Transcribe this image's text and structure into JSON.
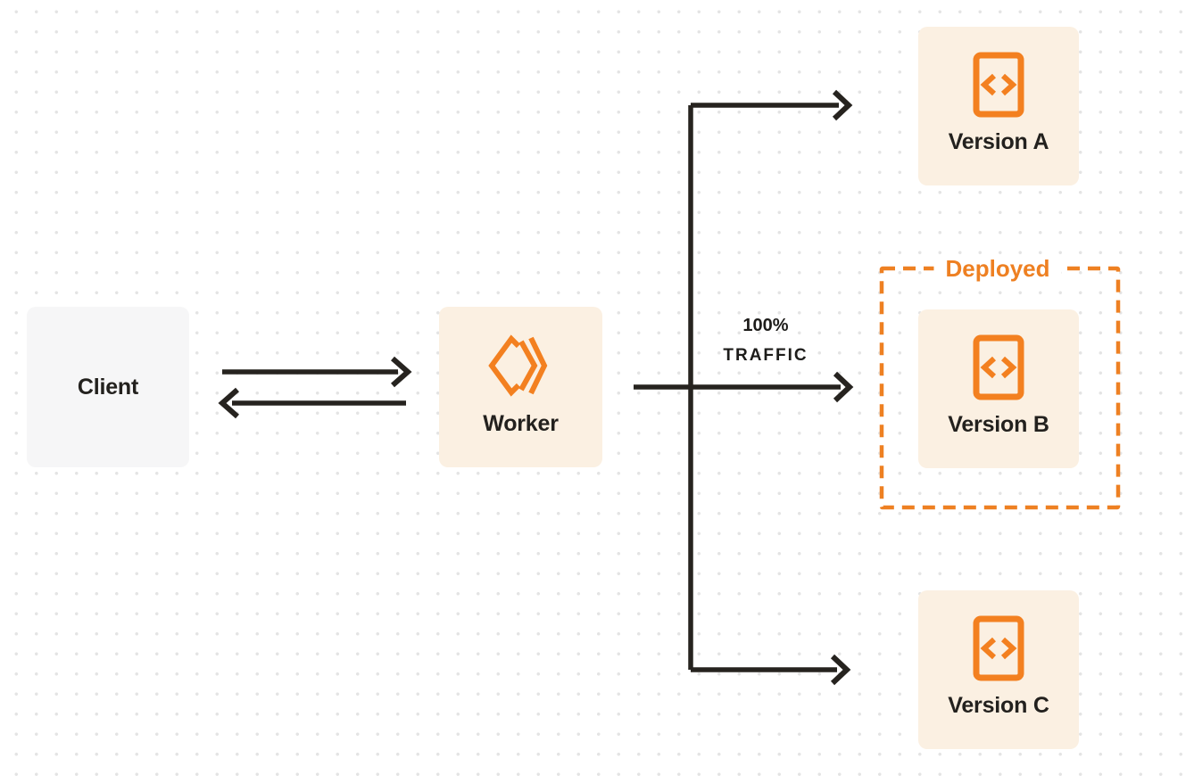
{
  "diagram": {
    "nodes": {
      "client": {
        "label": "Client"
      },
      "worker": {
        "label": "Worker"
      },
      "version_a": {
        "label": "Version A"
      },
      "version_b": {
        "label": "Version B"
      },
      "version_c": {
        "label": "Version C"
      }
    },
    "annotations": {
      "deployed_badge": "Deployed",
      "traffic_line1": "100%",
      "traffic_line2": "TRAFFIC"
    },
    "icons": {
      "worker_icon": "cloudflare-workers-logo",
      "version_icon": "code-file-icon"
    },
    "colors": {
      "accent_orange": "#f38020",
      "deployed_orange": "#ee8022",
      "node_cream": "#fbf0e2",
      "node_gray": "#f6f6f7",
      "arrow_dark": "#26231f",
      "dot_grid": "#e4e4e4",
      "text_dark": "#23211e"
    }
  }
}
